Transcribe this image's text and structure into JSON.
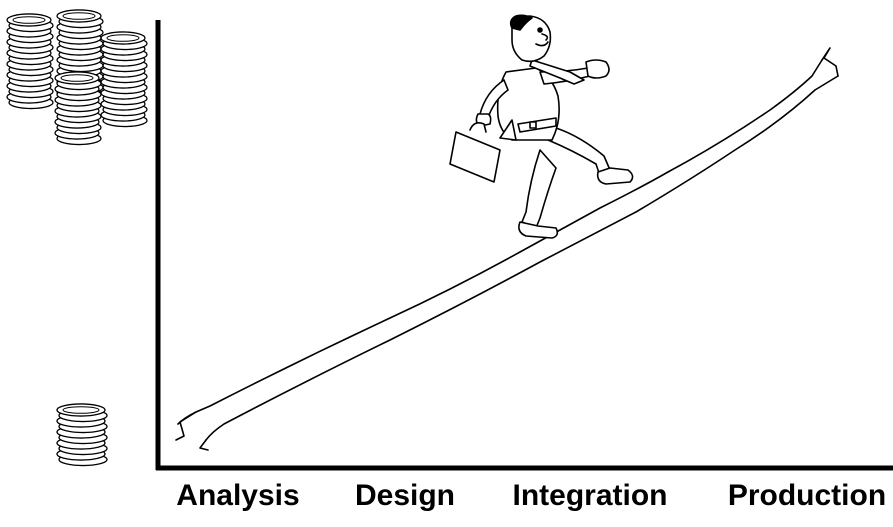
{
  "stages": [
    "Analysis",
    "Design",
    "Integration",
    "Production"
  ],
  "colors": {
    "ink": "#000000",
    "background": "#ffffff"
  },
  "icons": {
    "high_cost": "coin-stacks-large-icon",
    "low_cost": "coin-stack-small-icon",
    "figure": "businessman-climbing-icon",
    "path": "rising-path-icon"
  }
}
